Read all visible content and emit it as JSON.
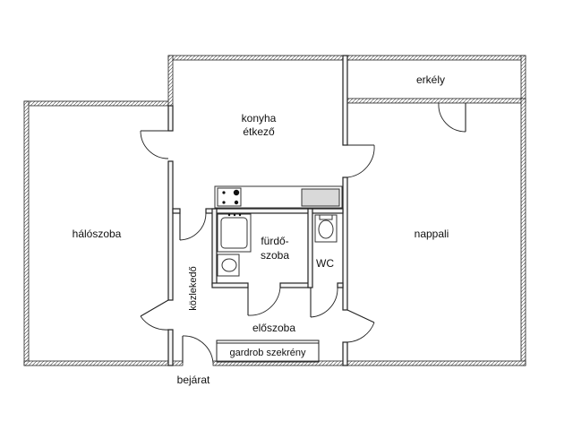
{
  "rooms": {
    "erkely": "erkély",
    "konyha_line1": "konyha",
    "konyha_line2": "étkező",
    "haloszoba": "hálószoba",
    "nappali": "nappali",
    "furdo_line1": "fürdő-",
    "furdo_line2": "szoba",
    "wc": "WC",
    "kozlekedo": "közlekedő",
    "eloszoba": "előszoba",
    "gardrob": "gardrob szekrény",
    "bejarat": "bejárat"
  }
}
